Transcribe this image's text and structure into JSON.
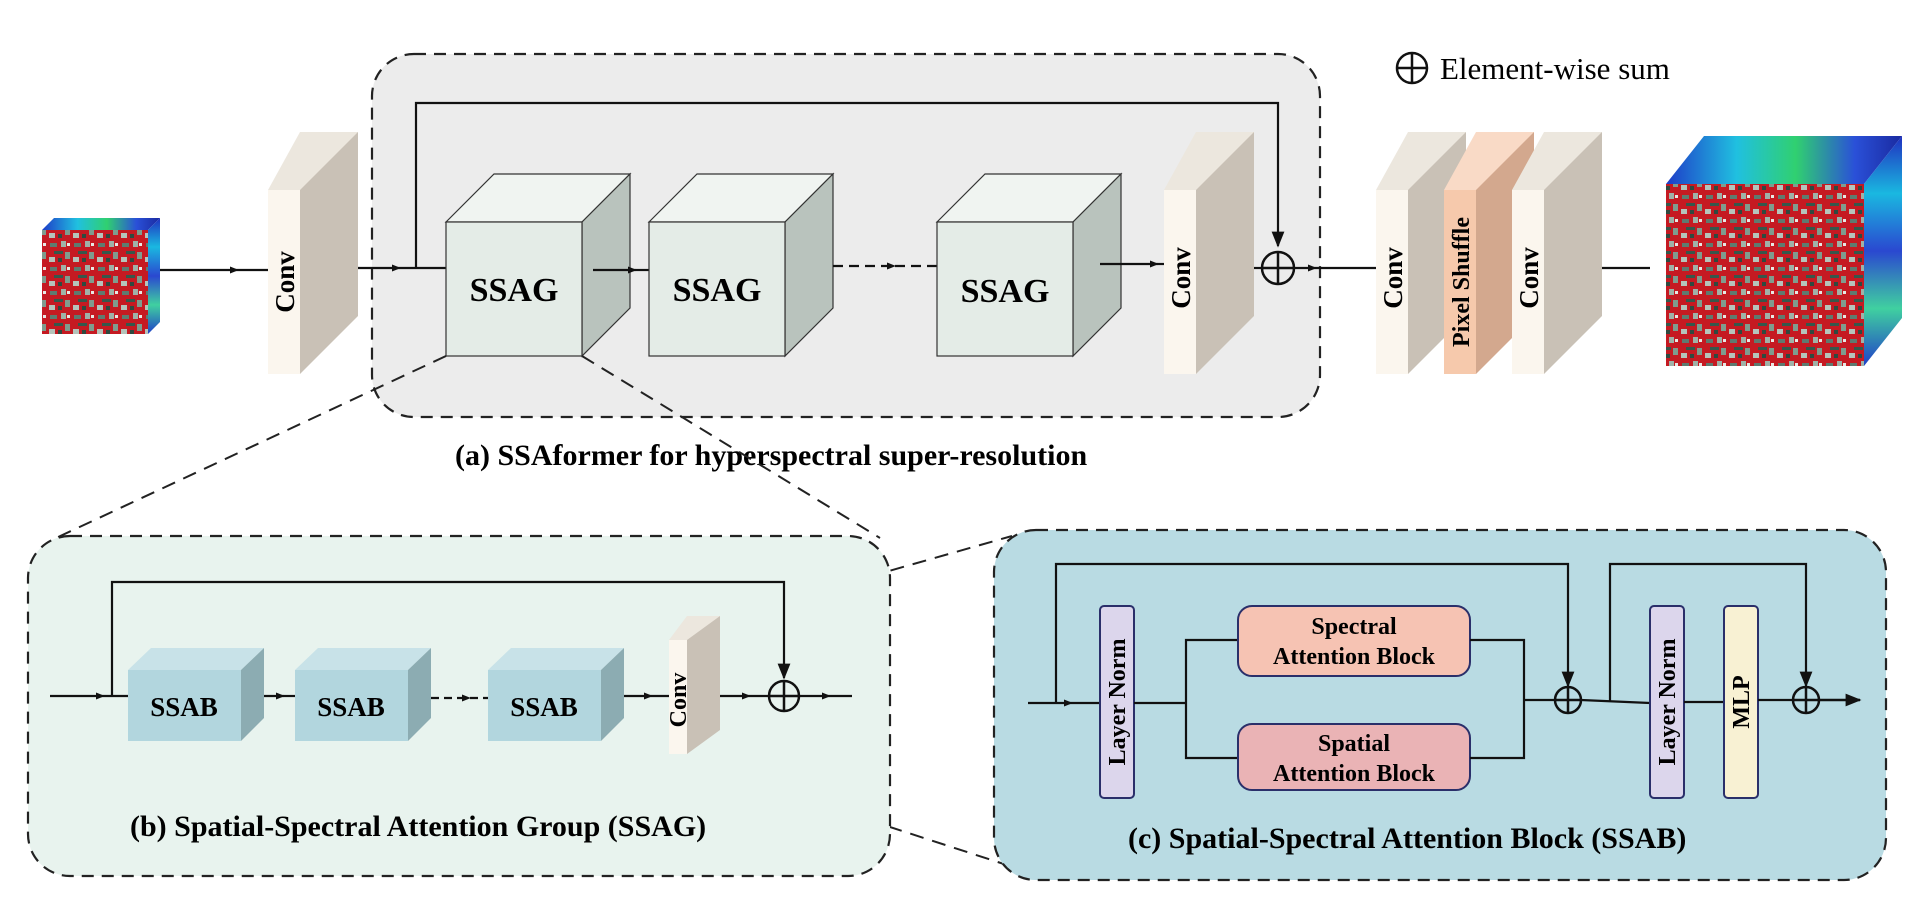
{
  "legend": {
    "symbol": "⊕",
    "text": "Element-wise sum"
  },
  "panel_a": {
    "caption": "(a)   SSAformer for hyperspectral super-resolution",
    "conv_label": "Conv",
    "ssag_label": "SSAG",
    "pixel_shuffle_label": "Pixel Shuffle"
  },
  "panel_b": {
    "caption": "(b) Spatial-Spectral Attention Group (SSAG)",
    "ssab_label": "SSAB",
    "conv_label": "Conv"
  },
  "panel_c": {
    "caption": "(c) Spatial-Spectral Attention Block (SSAB)",
    "layer_norm_label": "Layer Norm",
    "spectral_block": [
      "Spectral",
      "Attention Block"
    ],
    "spatial_block": [
      "Spatial",
      "Attention Block"
    ],
    "mlp_label": "MLP"
  },
  "colors": {
    "panel_a_bg": "#ececec",
    "panel_b_bg": "#e8f3ee",
    "panel_c_bg": "#b9dbe3",
    "ssag_face": "#e4ece7",
    "ssab_face": "#b2d6de",
    "conv_face": "#fbf6ee",
    "pixel_shuffle_face": "#f6c9ac",
    "layer_norm_fill": "#dcd6ec",
    "spectral_fill": "#f6c3b3",
    "spatial_fill": "#eab3b5",
    "mlp_fill": "#f8f1d3"
  }
}
